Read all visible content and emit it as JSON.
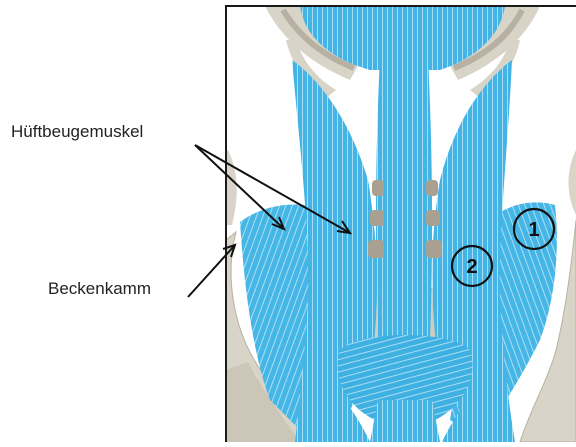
{
  "labels": {
    "hip_flexor": "Hüftbeugemuskel",
    "iliac_crest": "Beckenkamm"
  },
  "badges": [
    {
      "number": "1"
    },
    {
      "number": "2"
    }
  ],
  "colors": {
    "muscle": "#43b4e5",
    "muscle_dark": "#2a93cc",
    "muscle_light": "#9fdcf6",
    "bone": "#d9d4c8",
    "bone_shadow": "#b8b1a3",
    "frame": "#1a1a1a",
    "text": "#222222"
  }
}
